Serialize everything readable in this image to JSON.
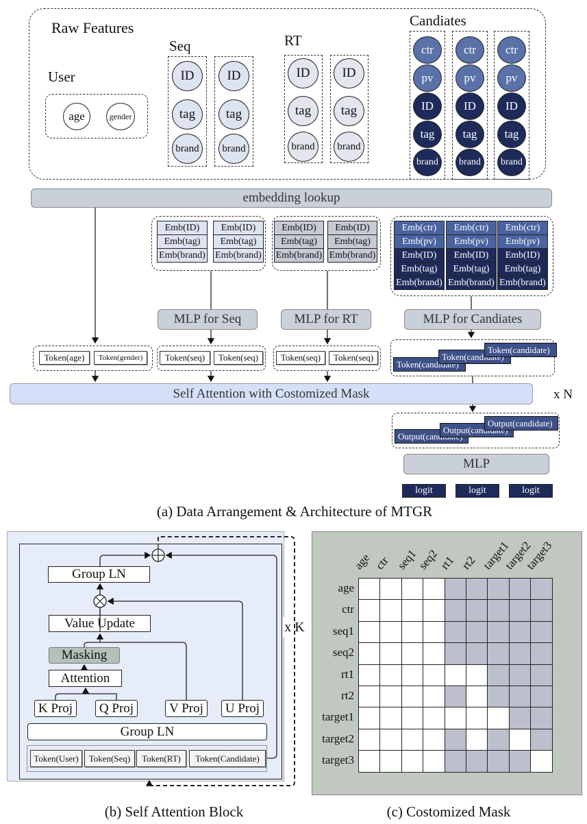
{
  "panel_a": {
    "raw_features_title": "Raw Features",
    "user": {
      "label": "User",
      "features": [
        "age",
        "gender"
      ]
    },
    "seq": {
      "label": "Seq",
      "features": [
        "ID",
        "tag",
        "brand"
      ],
      "columns": 2
    },
    "rt": {
      "label": "RT",
      "features": [
        "ID",
        "tag",
        "brand"
      ],
      "columns": 2
    },
    "candidates": {
      "label": "Candiates",
      "features": [
        "ctr",
        "pv",
        "ID",
        "tag",
        "brand"
      ],
      "columns": 3
    },
    "embedding_lookup": "embedding lookup",
    "seq_emb": [
      "Emb(ID)",
      "Emb(tag)",
      "Emb(brand)"
    ],
    "rt_emb": [
      "Emb(ID)",
      "Emb(tag)",
      "Emb(brand)"
    ],
    "cand_emb": [
      "Emb(ctr)",
      "Emb(pv)",
      "Emb(ID)",
      "Emb(tag)",
      "Emb(brand)"
    ],
    "mlp_seq": "MLP for Seq",
    "mlp_rt": "MLP for RT",
    "mlp_cand": "MLP for Candiates",
    "user_tokens": [
      "Token(age)",
      "Token(gender)"
    ],
    "seq_tokens": [
      "Token(seq)",
      "Token(seq)"
    ],
    "rt_tokens": [
      "Token(seq)",
      "Token(seq)"
    ],
    "cand_tokens": [
      "Token(candidate)",
      "Token(candidate)",
      "Token(candidate)"
    ],
    "self_attention": "Self Attention with Costomized Mask",
    "repeat": "x N",
    "outputs": [
      "Output(candidate)",
      "Output(candidate)",
      "Output(candidate)"
    ],
    "mlp": "MLP",
    "logits": [
      "logit",
      "logit",
      "logit"
    ],
    "caption": "(a) Data Arrangement & Architecture of MTGR"
  },
  "panel_b": {
    "group_ln_top": "Group LN",
    "value_update": "Value Update",
    "masking": "Masking",
    "attention": "Attention",
    "k_proj": "K Proj",
    "q_proj": "Q Proj",
    "v_proj": "V Proj",
    "u_proj": "U Proj",
    "group_ln_bottom": "Group LN",
    "tokens": [
      "Token(User)",
      "Token(Seq)",
      "Token(RT)",
      "Token(Candidate)"
    ],
    "repeat": "x K",
    "caption": "(b) Self Attention Block"
  },
  "panel_c": {
    "labels": [
      "age",
      "ctr",
      "seq1",
      "seq2",
      "rt1",
      "rt2",
      "target1",
      "target2",
      "target3"
    ],
    "masked": [
      [
        0,
        0,
        0,
        0,
        1,
        1,
        1,
        1,
        1
      ],
      [
        0,
        0,
        0,
        0,
        1,
        1,
        1,
        1,
        1
      ],
      [
        0,
        0,
        0,
        0,
        1,
        1,
        1,
        1,
        1
      ],
      [
        0,
        0,
        0,
        0,
        1,
        1,
        1,
        1,
        1
      ],
      [
        0,
        0,
        0,
        0,
        0,
        0,
        1,
        1,
        1
      ],
      [
        0,
        0,
        0,
        0,
        1,
        0,
        1,
        1,
        1
      ],
      [
        0,
        0,
        0,
        0,
        0,
        0,
        0,
        1,
        1
      ],
      [
        0,
        0,
        0,
        0,
        1,
        0,
        1,
        0,
        1
      ],
      [
        0,
        0,
        0,
        0,
        1,
        1,
        1,
        1,
        0
      ]
    ],
    "caption": "(c) Costomized Mask"
  },
  "colors": {
    "seq_fill": "#dde3f0",
    "rt_fill": "#c6cad4",
    "cand_light": "#4a63a0",
    "cand_dark": "#1e2b5a",
    "bar_fill": "#c9d0da",
    "attention_fill": "#d5e0f8",
    "panel_b_bg": "#e6ecf8",
    "panel_c_bg": "#c0c8bf",
    "masked_cell": "#bcc0cc",
    "masking_fill": "#b5c0b8"
  }
}
